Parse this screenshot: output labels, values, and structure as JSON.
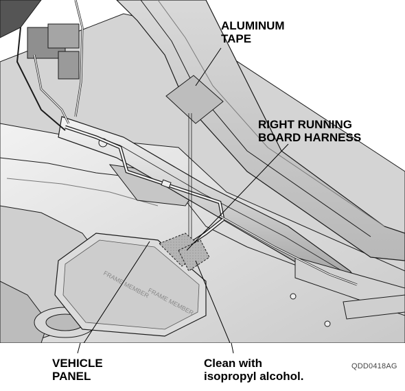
{
  "callouts": {
    "aluminum_tape": [
      "ALUMINUM",
      "TAPE"
    ],
    "right_running_board_harness": [
      "RIGHT RUNNING",
      "BOARD HARNESS"
    ],
    "vehicle_panel": [
      "VEHICLE",
      "PANEL"
    ],
    "clean_instruction": [
      "Clean with",
      "isopropyl alcohol."
    ]
  },
  "figure_code": "QDD0418AG",
  "embossed_text": [
    "FRAME MEMBER",
    "FRAME MEMBER"
  ],
  "colors": {
    "line_art": "#1a1a1a",
    "light_fill": "#e6e6e6",
    "mid_fill": "#c8c8c8",
    "dark_fill": "#a8a8a8",
    "tape_fill": "#bdbdbd",
    "background": "#ffffff"
  }
}
